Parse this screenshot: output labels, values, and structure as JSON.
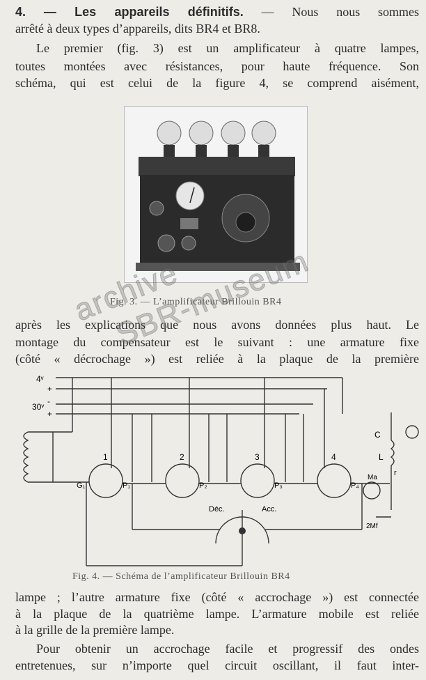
{
  "lines_top": [
    {
      "heading_num": "4.",
      "heading_title": "— Les appareils définitifs.",
      "rest": "— Nous nous sommes"
    },
    {
      "text": "arrêté à deux types d’appareils, dits BR4 et BR8."
    },
    {
      "text": "Le premier (fig. 3) est un amplificateur à quatre lampes,"
    },
    {
      "text": "toutes montées avec résistances, pour haute fréquence. Son"
    },
    {
      "text": "schéma, qui est celui de la figure 4, se comprend aisément,"
    }
  ],
  "fig3_caption": "Fig. 3. — L’amplificateur Brillouin BR4",
  "lines_mid": [
    "après les explications que nous avons données plus haut. Le",
    "montage du compensateur est le suivant : une armature fixe",
    "(côté « décrochage ») est reliée à la plaque de la première"
  ],
  "schematic": {
    "v4": "4ᵛ",
    "v30": "30ᵛ",
    "plus": "+",
    "minus": "-",
    "tubes": [
      "1",
      "2",
      "3",
      "4"
    ],
    "g1": "G₁",
    "plates": [
      "P₁",
      "P₂",
      "P₃",
      "P₄"
    ],
    "dec": "Déc.",
    "acc": "Acc.",
    "c": "C",
    "l": "L",
    "r": "r",
    "ma": "Mа",
    "mf": "2Mf"
  },
  "fig4_caption": "Fig. 4. — Schéma de l’amplificateur Brillouin BR4",
  "lines_bottom": [
    "lampe ; l’autre armature fixe (côté « accrochage ») est connectée",
    "à la plaque de la quatrième lampe. L’armature mobile est reliée",
    "à la grille de la première lampe."
  ],
  "lines_final": [
    "Pour obtenir un accrochage facile et progressif des ondes",
    "entretenues, sur n’importe quel circuit oscillant, il faut inter-"
  ],
  "watermark": {
    "line1": "archive",
    "line2": "SBR-museum"
  }
}
